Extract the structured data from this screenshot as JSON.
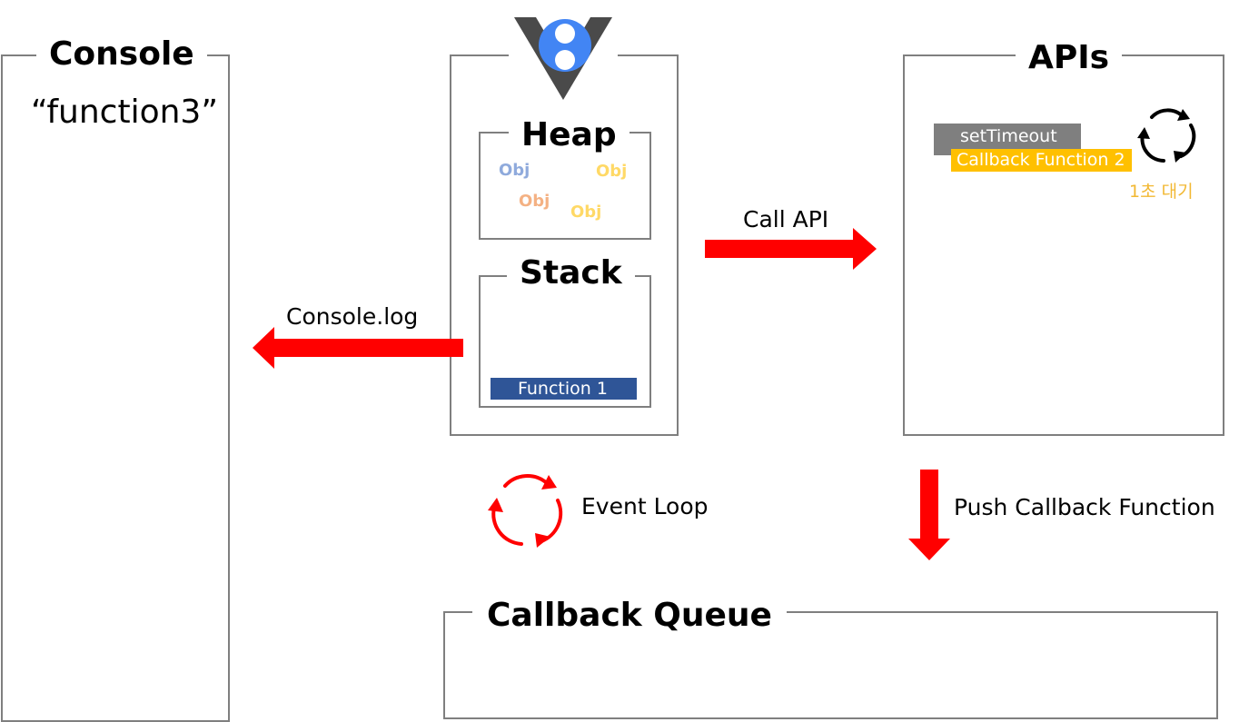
{
  "console": {
    "title": "Console",
    "output": "“function3”"
  },
  "engine": {
    "logo": "v8-logo",
    "heap": {
      "title": "Heap",
      "objects": [
        "Obj",
        "Obj",
        "Obj",
        "Obj"
      ]
    },
    "stack": {
      "title": "Stack",
      "frames": [
        "Function 1"
      ]
    }
  },
  "apis": {
    "title": "APIs",
    "timer": "setTimeout",
    "callback": "Callback Function 2",
    "wait": "1초 대기",
    "icon": "refresh-cycle-icon"
  },
  "arrows": {
    "call_api": "Call API",
    "console_log": "Console.log",
    "push_callback": "Push Callback Function"
  },
  "event_loop": {
    "label": "Event Loop",
    "icon": "event-loop-cycle-icon"
  },
  "callback_queue": {
    "title": "Callback Queue"
  },
  "colors": {
    "border": "#7f7f7f",
    "arrow": "#ff0000",
    "stack_frame": "#2f5597",
    "timer_chip": "#7f7f7f",
    "callback_chip": "#ffc000",
    "wait_text": "#f2b833",
    "v8_blue": "#4285f4",
    "v8_gray": "#4a4a4a",
    "obj_blue": "#8faadc",
    "obj_yellow": "#ffd966",
    "obj_orange": "#f4b183"
  }
}
